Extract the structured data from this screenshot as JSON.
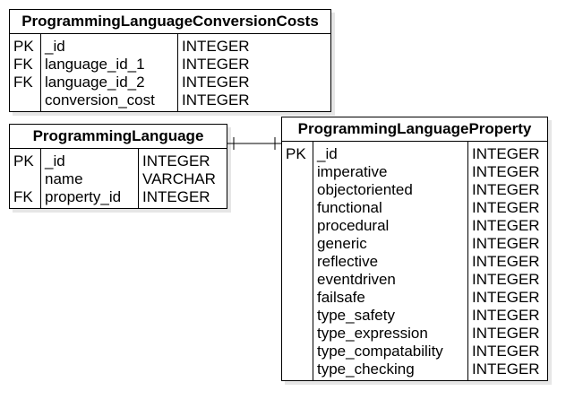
{
  "entities": {
    "conversion_costs": {
      "title": "ProgrammingLanguageConversionCosts",
      "rows": [
        {
          "key": "PK",
          "name": "_id",
          "type": "INTEGER"
        },
        {
          "key": "FK",
          "name": "language_id_1",
          "type": "INTEGER"
        },
        {
          "key": "FK",
          "name": "language_id_2",
          "type": "INTEGER"
        },
        {
          "key": "",
          "name": "conversion_cost",
          "type": "INTEGER"
        }
      ]
    },
    "language": {
      "title": "ProgrammingLanguage",
      "rows": [
        {
          "key": "PK",
          "name": "_id",
          "type": "INTEGER"
        },
        {
          "key": "",
          "name": "name",
          "type": "VARCHAR"
        },
        {
          "key": "FK",
          "name": "property_id",
          "type": "INTEGER"
        }
      ]
    },
    "property": {
      "title": "ProgrammingLanguageProperty",
      "rows": [
        {
          "key": "PK",
          "name": "_id",
          "type": "INTEGER"
        },
        {
          "key": "",
          "name": "imperative",
          "type": "INTEGER"
        },
        {
          "key": "",
          "name": "objectoriented",
          "type": "INTEGER"
        },
        {
          "key": "",
          "name": "functional",
          "type": "INTEGER"
        },
        {
          "key": "",
          "name": "procedural",
          "type": "INTEGER"
        },
        {
          "key": "",
          "name": "generic",
          "type": "INTEGER"
        },
        {
          "key": "",
          "name": "reflective",
          "type": "INTEGER"
        },
        {
          "key": "",
          "name": "eventdriven",
          "type": "INTEGER"
        },
        {
          "key": "",
          "name": "failsafe",
          "type": "INTEGER"
        },
        {
          "key": "",
          "name": "type_safety",
          "type": "INTEGER"
        },
        {
          "key": "",
          "name": "type_expression",
          "type": "INTEGER"
        },
        {
          "key": "",
          "name": "type_compatability",
          "type": "INTEGER"
        },
        {
          "key": "",
          "name": "type_checking",
          "type": "INTEGER"
        }
      ]
    }
  },
  "relationships": [
    {
      "from": "language",
      "to": "property",
      "from_end": "one",
      "to_end": "one"
    }
  ]
}
